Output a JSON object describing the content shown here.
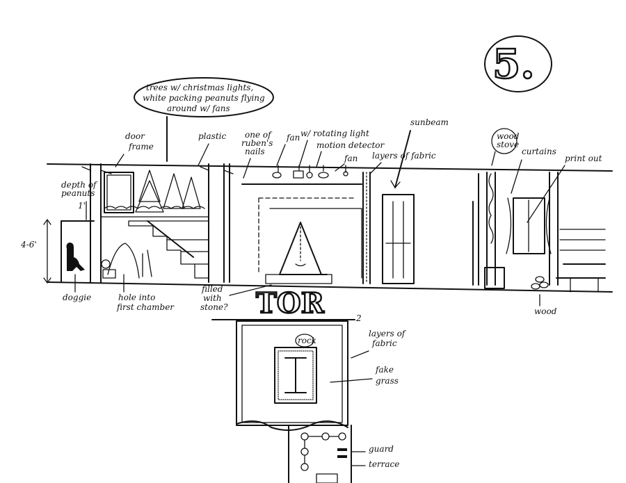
{
  "panel_number": "5.",
  "bubble": {
    "line1": "trees w/ christmas lights,",
    "line2": "white packing peanuts flying",
    "line3": "around w/ fans"
  },
  "labels": {
    "door_frame_1": "door",
    "door_frame_2": "frame",
    "plastic": "plastic",
    "rubens_nails_1": "one of",
    "rubens_nails_2": "ruben's",
    "rubens_nails_3": "nails",
    "fan_left": "fan",
    "rotating_light": "w/ rotating light",
    "motion_detector": "motion detector",
    "fan_right": "fan",
    "layers_of_fabric_top": "layers of fabric",
    "sunbeam": "sunbeam",
    "wood_stove_1": "wood",
    "wood_stove_2": "stove",
    "curtains": "curtains",
    "print_out": "print out",
    "depth_of_peanuts_1": "depth of",
    "depth_of_peanuts_2": "peanuts",
    "depth_value": "1'",
    "height": "4-6'",
    "doggie": "doggie",
    "hole_1": "hole into",
    "hole_2": "first chamber",
    "filled_1": "filled",
    "filled_2": "with",
    "filled_3": "stone?",
    "wood": "wood",
    "tor": "TOR",
    "tor_sub": "2",
    "rock": "rock",
    "layers_of_fabric_bottom_1": "layers of",
    "layers_of_fabric_bottom_2": "fabric",
    "fake_grass_1": "fake",
    "fake_grass_2": "grass",
    "guard": "guard",
    "bottom_cut": "terrace"
  }
}
